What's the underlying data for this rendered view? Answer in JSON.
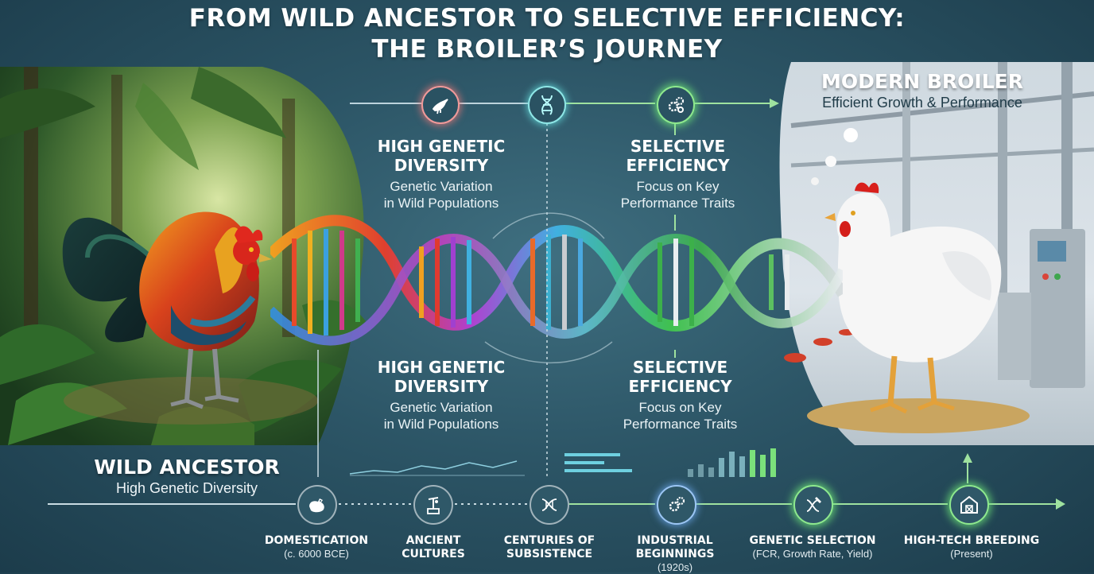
{
  "title": {
    "line1": "FROM WILD ANCESTOR TO SELECTIVE EFFICIENCY:",
    "line2": "THE BROILER’S JOURNEY"
  },
  "wild_ancestor": {
    "title": "WILD ANCESTOR",
    "subtitle": "High Genetic Diversity"
  },
  "modern_broiler": {
    "title": "MODERN BROILER",
    "subtitle": "Efficient Growth & Performance"
  },
  "upper_left": {
    "head1": "HIGH GENETIC",
    "head2": "DIVERSITY",
    "sub1": "Genetic Variation",
    "sub2": "in Wild Populations"
  },
  "upper_right": {
    "head1": "SELECTIVE",
    "head2": "EFFICIENCY",
    "sub1": "Focus on Key",
    "sub2": "Performance Traits"
  },
  "lower_left": {
    "head1": "HIGH GENETIC",
    "head2": "DIVERSITY",
    "sub1": "Genetic Variation",
    "sub2": "in Wild Populations"
  },
  "lower_right": {
    "head1": "SELECTIVE",
    "head2": "EFFICIENCY",
    "sub1": "Focus on Key",
    "sub2": "Performance Traits"
  },
  "top_icons": [
    "bird-icon",
    "dna-icon",
    "gears-icon"
  ],
  "timeline": [
    {
      "head1": "DOMESTICATION",
      "head2": "",
      "sub": "(c. 6000 BCE)",
      "icon": "chicken-icon"
    },
    {
      "head1": "ANCIENT",
      "head2": "CULTURES",
      "sub": "",
      "icon": "ancient-tool-icon"
    },
    {
      "head1": "CENTURIES OF",
      "head2": "SUBSISTENCE",
      "sub": "",
      "icon": "dna-icon"
    },
    {
      "head1": "INDUSTRIAL",
      "head2": "BEGINNINGS",
      "sub": "(1920s)",
      "icon": "gears-icon"
    },
    {
      "head1": "GENETIC SELECTION",
      "head2": "",
      "sub": "(FCR, Growth Rate, Yield)",
      "icon": "dna-pick-icon"
    },
    {
      "head1": "HIGH-TECH BREEDING",
      "head2": "",
      "sub": "(Present)",
      "icon": "barn-icon"
    }
  ],
  "colors": {
    "accent_green": "#7be07b",
    "glow_red": "#f09a9a",
    "glow_cyan": "#8ee6e6",
    "background_dark": "#1c3c4b"
  }
}
